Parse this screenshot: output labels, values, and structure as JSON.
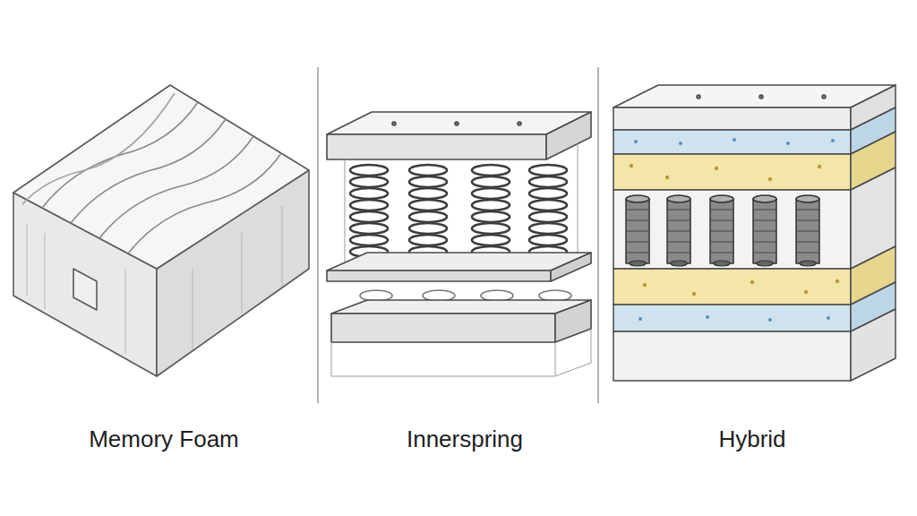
{
  "diagram": {
    "labels": [
      "Memory Foam",
      "Innerspring",
      "Hybrid"
    ]
  }
}
